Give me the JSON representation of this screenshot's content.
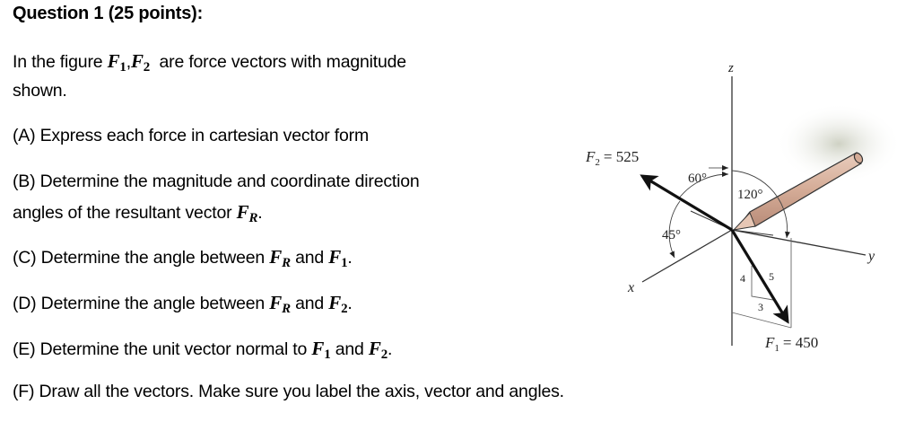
{
  "question": {
    "title": "Question 1 (25 points):",
    "intro_prefix": "In the figure",
    "intro_f1": "F",
    "intro_f1_sub": "1",
    "intro_sep": ",",
    "intro_f2": "F",
    "intro_f2_sub": "2",
    "intro_suffix": "are force vectors with magnitude",
    "intro_line2": "shown.",
    "parts": [
      {
        "label": "(A) Express each force in cartesian vector form"
      },
      {
        "label": "(B) Determine the magnitude and coordinate direction",
        "line2": "angles of the resultant vector",
        "sym": "F",
        "sub": "R",
        "end": "."
      },
      {
        "label": "(C) Determine the angle between",
        "sym1": "F",
        "sub1": "R",
        "mid": "and",
        "sym2": "F",
        "sub2": "1",
        "end": "."
      },
      {
        "label": "(D) Determine the angle between",
        "sym1": "F",
        "sub1": "R",
        "mid": "and",
        "sym2": "F",
        "sub2": "2",
        "end": "."
      },
      {
        "label": "(E) Determine the unit vector normal to",
        "sym1": "F",
        "sub1": "1",
        "mid": "and",
        "sym2": "F",
        "sub2": "2",
        "end": "."
      },
      {
        "label": "(F) Draw all the vectors. Make sure you label the axis, vector and angles."
      }
    ]
  },
  "figure": {
    "axis_z": "z",
    "axis_y": "y",
    "axis_x": "x",
    "f2_label": "F",
    "f2_sub": "2",
    "f2_value": "= 525",
    "f1_label": "F",
    "f1_sub": "1",
    "f1_value": "= 450",
    "angle_60": "60°",
    "angle_120": "120°",
    "angle_45": "45°",
    "slope_4": "4",
    "slope_5": "5",
    "slope_3": "3",
    "colors": {
      "vector": "#111111",
      "axis": "#333333",
      "pencil": "#d8b4a0",
      "shadow": "#d6d8cc"
    }
  }
}
